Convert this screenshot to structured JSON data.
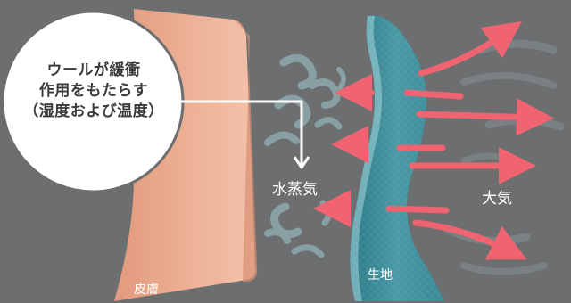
{
  "callout": {
    "line1": "ウールが緩衝",
    "line2": "作用をもたらす",
    "line3": "（湿度および温度）"
  },
  "labels": {
    "water_vapor": "水蒸気",
    "atmosphere": "大気",
    "skin": "皮膚",
    "fabric": "生地"
  },
  "colors": {
    "background": "#6d6e70",
    "skin": "#e8a98c",
    "fabric": "#3f8f9c",
    "arrow": "#f06472",
    "vapor": "#9fc7cf",
    "callout_fill": "#ffffff"
  }
}
